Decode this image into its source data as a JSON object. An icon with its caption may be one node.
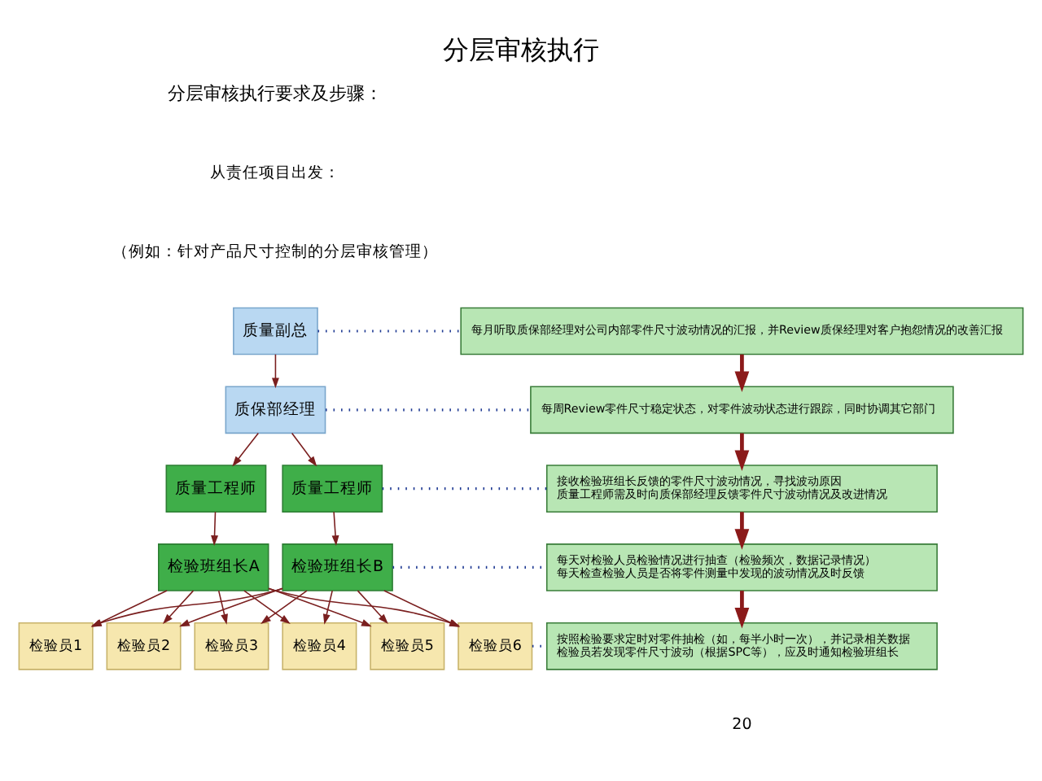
{
  "diagram": {
    "title": "分层审核执行",
    "nodes": [
      {
        "text": [
          "质量副总"
        ]
      },
      {
        "text": [
          "质保部经理"
        ]
      },
      {
        "text": [
          "质量工程师"
        ]
      },
      {
        "text": [
          "质量工程师"
        ]
      },
      {
        "text": [
          "检验班组长A"
        ]
      },
      {
        "text": [
          "检验班组长B"
        ]
      },
      {
        "text": [
          "检验员1"
        ]
      },
      {
        "text": [
          "检验员2"
        ]
      },
      {
        "text": [
          "检验员3"
        ]
      },
      {
        "text": [
          "检验员4"
        ]
      },
      {
        "text": [
          "检验员5"
        ]
      },
      {
        "text": [
          "检验员6"
        ]
      },
      {
        "text": [
          "每月听取质保部经理对公司内部零件尺寸波动情况的汇报，并Review质保经理对客户抱怨情况的改善汇报"
        ]
      },
      {
        "text": [
          "每周Review零件尺寸稳定状态，对零件波动状态进行跟踪，同时协调其它部门"
        ]
      },
      {
        "text": [
          "接收检验班组长反馈的零件尺寸波动情况，寻找波动原因",
          "质量工程师需及时向质保部经理反馈零件尺寸波动情况及改进情况"
        ]
      },
      {
        "text": [
          "每天对检验人员检验情况进行抽查（检验频次，数据记录情况）",
          "每天检查检验人员是否将零件测量中发现的波动情况及时反馈"
        ]
      },
      {
        "text": [
          "按照检验要求定时对零件抽检（如，每半小时一次），并记录相关数据",
          "检验员若发现零件尺寸波动（根据SPC等），应及时通知检验班组长"
        ]
      }
    ],
    "edges": [
      {
        "from": 0,
        "to": 1,
        "arrow": "to"
      },
      {
        "from": 1,
        "to": 2,
        "arrow": "to"
      },
      {
        "from": 1,
        "to": 3,
        "arrow": "to"
      },
      {
        "from": 2,
        "to": 4,
        "arrow": "to"
      },
      {
        "from": 3,
        "to": 5,
        "arrow": "to"
      },
      {
        "from": 4,
        "to": 6,
        "arrow": "to"
      },
      {
        "from": 4,
        "to": 7,
        "arrow": "to"
      },
      {
        "from": 4,
        "to": 8,
        "arrow": "to"
      },
      {
        "from": 4,
        "to": 9,
        "arrow": "to"
      },
      {
        "from": 4,
        "to": 10,
        "arrow": "to"
      },
      {
        "from": 4,
        "to": 11,
        "arrow": "to"
      },
      {
        "from": 5,
        "to": 6,
        "arrow": "to"
      },
      {
        "from": 5,
        "to": 7,
        "arrow": "to"
      },
      {
        "from": 5,
        "to": 8,
        "arrow": "to"
      },
      {
        "from": 5,
        "to": 9,
        "arrow": "to"
      },
      {
        "from": 5,
        "to": 10,
        "arrow": "to"
      },
      {
        "from": 5,
        "to": 11,
        "arrow": "to"
      },
      {
        "from": 0,
        "to": 12,
        "arrow": "none",
        "style": "dashed",
        "color": "#1f3a93"
      },
      {
        "from": 1,
        "to": 13,
        "arrow": "none",
        "style": "dashed",
        "color": "#1f3a93"
      },
      {
        "from": 3,
        "to": 14,
        "arrow": "none",
        "style": "dashed",
        "color": "#1f3a93"
      },
      {
        "from": 5,
        "to": 15,
        "arrow": "none",
        "style": "dashed",
        "color": "#1f3a93"
      },
      {
        "from": 11,
        "to": 16,
        "arrow": "none",
        "style": "dashed",
        "color": "#1f3a93"
      },
      {
        "from": 12,
        "to": 13,
        "arrow": "to",
        "style": "thick",
        "color": "#8b1a1a"
      },
      {
        "from": 13,
        "to": 14,
        "arrow": "to",
        "style": "thick",
        "color": "#8b1a1a"
      },
      {
        "from": 14,
        "to": 15,
        "arrow": "to",
        "style": "thick",
        "color": "#8b1a1a"
      },
      {
        "from": 15,
        "to": 16,
        "arrow": "to",
        "style": "thick",
        "color": "#8b1a1a"
      }
    ],
    "labels": [
      "分层审核执行要求及步骤：",
      "从责任项目出发：",
      "（例如：针对产品尺寸控制的分层审核管理）",
      "20"
    ]
  }
}
